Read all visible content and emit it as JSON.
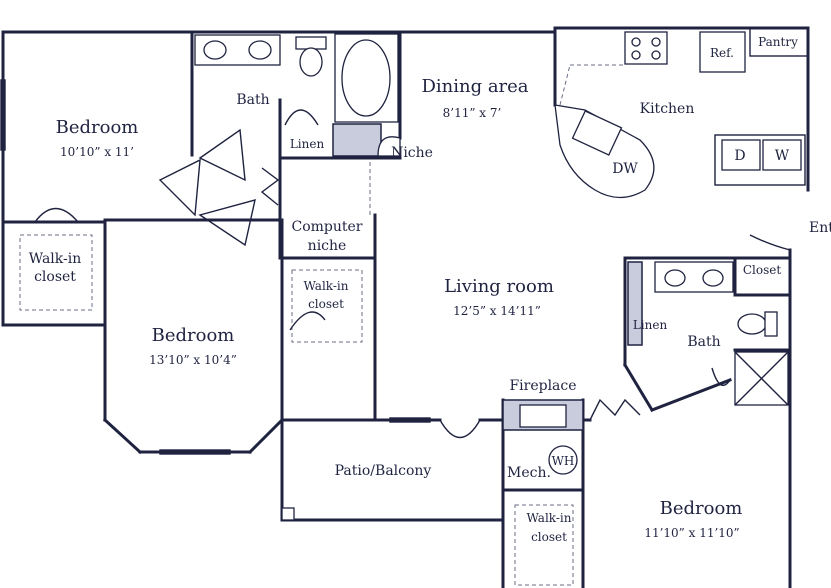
{
  "rooms": {
    "bedroom_nw": {
      "name": "Bedroom",
      "dims": "10’10” x 11’"
    },
    "bedroom_w": {
      "name": "Bedroom",
      "dims": "13’10” x 10’4”"
    },
    "bedroom_se": {
      "name": "Bedroom",
      "dims": "11’10” x 11’10”"
    },
    "dining": {
      "name": "Dining area",
      "dims": "8’11” x 7’"
    },
    "living": {
      "name": "Living room",
      "dims": "12’5” x 14’11”"
    },
    "kitchen": {
      "name": "Kitchen"
    },
    "bath_top": {
      "name": "Bath"
    },
    "bath_right": {
      "name": "Bath"
    },
    "patio": {
      "name": "Patio/Balcony"
    }
  },
  "labels": {
    "walkin_left_line1": "Walk-in",
    "walkin_left_line2": "closet",
    "walkin_mid_line1": "Walk-in",
    "walkin_mid_line2": "closet",
    "walkin_bottom_line1": "Walk-in",
    "walkin_bottom_line2": "closet",
    "linen_top": "Linen",
    "linen_right": "Linen",
    "niche": "Niche",
    "computer_line1": "Computer",
    "computer_line2": "niche",
    "ref": "Ref.",
    "pantry": "Pantry",
    "dryer": "D",
    "washer": "W",
    "dishwasher": "DW",
    "entry": "Ent",
    "closet": "Closet",
    "fireplace": "Fireplace",
    "mech": "Mech.",
    "water_heater": "WH"
  }
}
